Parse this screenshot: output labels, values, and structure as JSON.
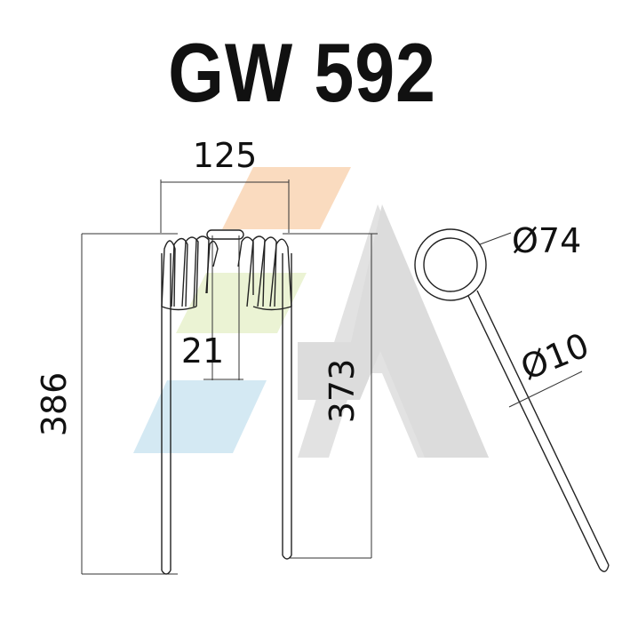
{
  "title": "GW 592",
  "dimensions": {
    "width": "125",
    "gap": "21",
    "total_height": "386",
    "leg_height": "373",
    "coil_diameter": "Ø74",
    "wire_diameter": "Ø10"
  },
  "colors": {
    "line": "#111111",
    "logo_gray": "#d9d9d9",
    "logo_orange": "#f9d7b9",
    "logo_green": "#e8f1cc",
    "logo_blue": "#cfe8f3"
  }
}
